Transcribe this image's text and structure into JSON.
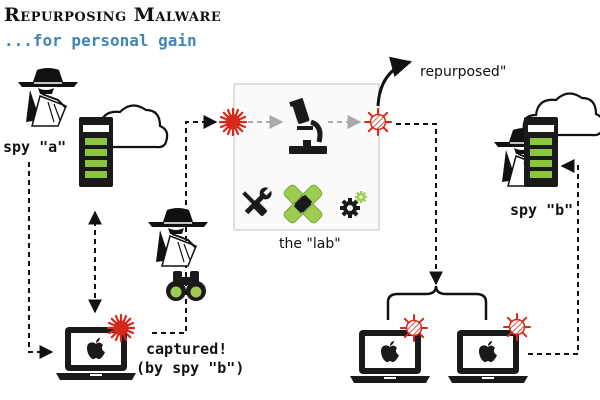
{
  "slide": {
    "title": "Repurposing Malware",
    "subtitle": "...for personal gain"
  },
  "labels": {
    "spy_a": "spy \"a\"",
    "spy_b": "spy \"b\"",
    "captured_line1": "captured!",
    "captured_line2": "(by spy \"b\")",
    "lab": "the \"lab\"",
    "repurposed": "repurposed\""
  },
  "icons": [
    "spy-icon",
    "server-icon",
    "cloud-icon",
    "laptop-icon",
    "apple-logo-icon",
    "virus-icon",
    "microscope-icon",
    "tools-icon",
    "bandage-icon",
    "gear-icon",
    "binoculars-icon"
  ],
  "colors": {
    "virus_red": "#d8281c",
    "server_green": "#8cc63f",
    "subtitle_blue": "#3f86b8"
  }
}
